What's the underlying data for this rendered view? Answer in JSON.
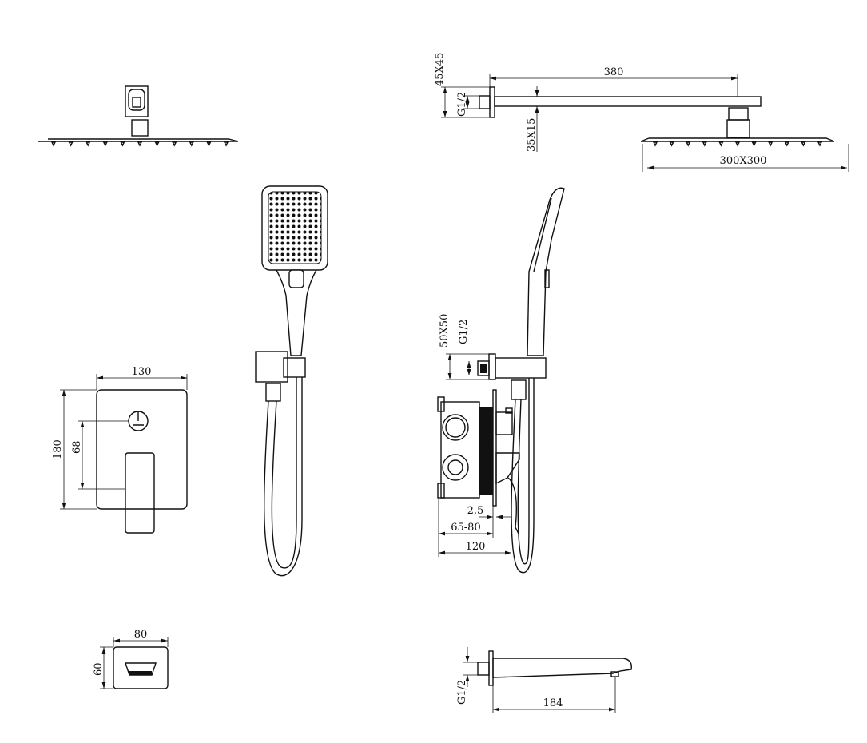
{
  "title": "Concealed shower system dimension drawing",
  "dimensions": {
    "arm_flange": "45X45",
    "arm_length": "380",
    "arm_thread": "G1/2",
    "arm_section": "35X15",
    "head_size": "300X300",
    "plate_width": "130",
    "plate_height": "180",
    "knob_to_lever": "68",
    "outlet_flange": "50X50",
    "outlet_thread": "G1/2",
    "plate_thickness": "2.5",
    "install_depth": "65-80",
    "total_depth": "120",
    "spout_plate_width": "80",
    "spout_plate_height": "60",
    "spout_thread": "G1/2",
    "spout_length": "184"
  },
  "colors": {
    "line": "#111111",
    "background": "#ffffff"
  }
}
